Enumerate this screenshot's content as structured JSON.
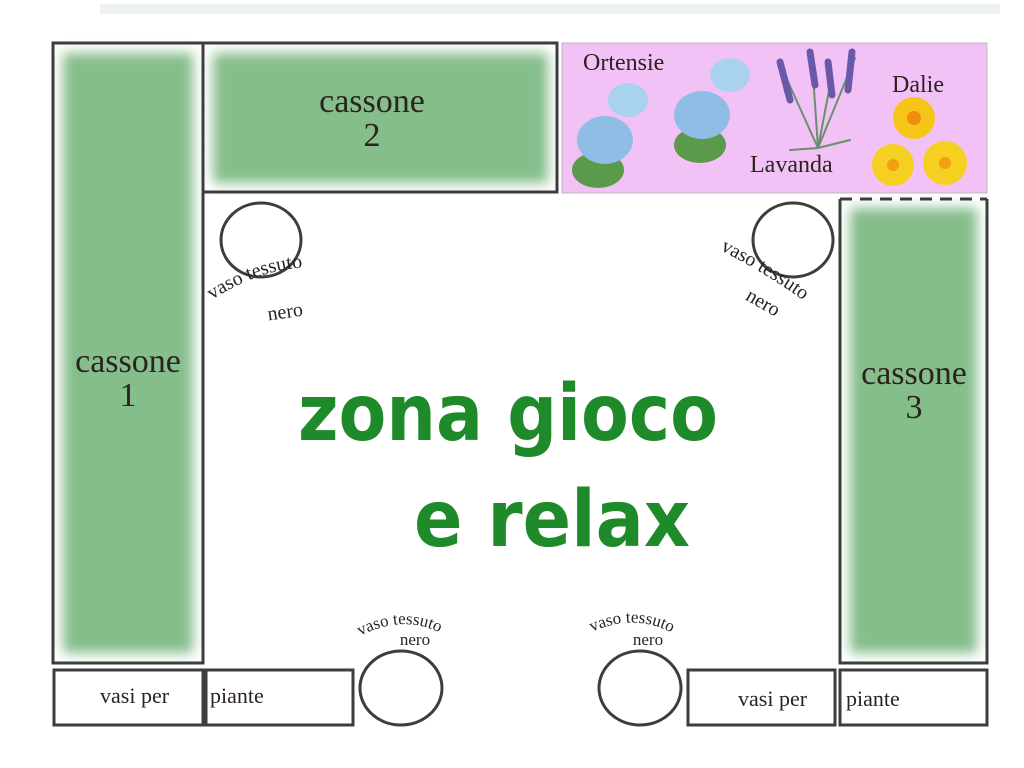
{
  "beds": {
    "cassone1": {
      "line1": "cassone",
      "line2": "1"
    },
    "cassone2": {
      "line1": "cassone",
      "line2": "2"
    },
    "cassone3": {
      "line1": "cassone",
      "line2": "3"
    }
  },
  "flowers": {
    "ortensie": "Ortensie",
    "lavanda": "Lavanda",
    "dalie": "Dalie"
  },
  "pots": {
    "line1": "vaso tessuto",
    "line2": "nero"
  },
  "planters": {
    "left_a": "vasi per",
    "left_b": "piante",
    "right_a": "vasi per",
    "right_b": "piante"
  },
  "center": {
    "line1": "zona gioco",
    "line2": "e relax"
  },
  "colors": {
    "bed_green": "#85bd8b",
    "panel_pink": "#f2c2f6",
    "title_green": "#1f8a2a",
    "outline": "#3d3d3d"
  }
}
